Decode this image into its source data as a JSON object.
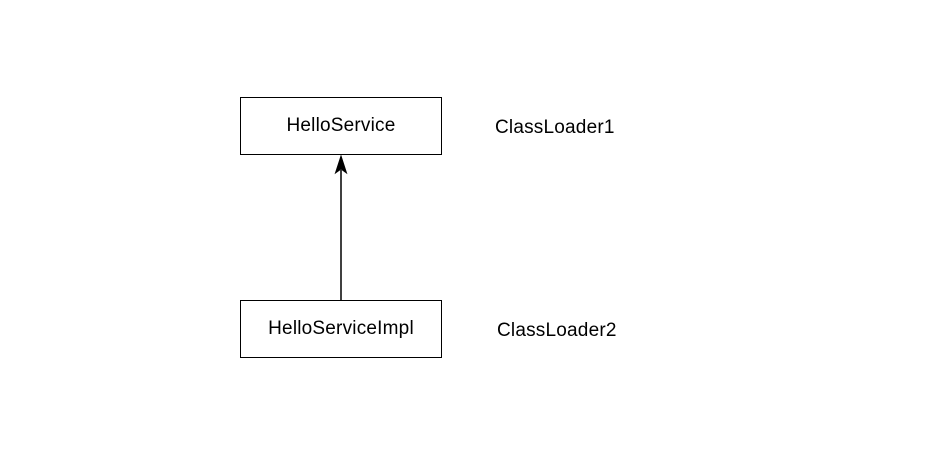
{
  "diagram": {
    "background_color": "#ffffff",
    "line_color": "#000000",
    "text_color": "#000000",
    "nodes": [
      {
        "id": "hello-service",
        "label": "HelloService"
      },
      {
        "id": "hello-service-impl",
        "label": "HelloServiceImpl"
      }
    ],
    "annotations": [
      {
        "label": "ClassLoader1"
      },
      {
        "label": "ClassLoader2"
      }
    ],
    "edges": [
      {
        "from": "hello-service-impl",
        "to": "hello-service",
        "style": "solid",
        "arrowhead": "filled-triangle",
        "direction": "up"
      }
    ]
  }
}
